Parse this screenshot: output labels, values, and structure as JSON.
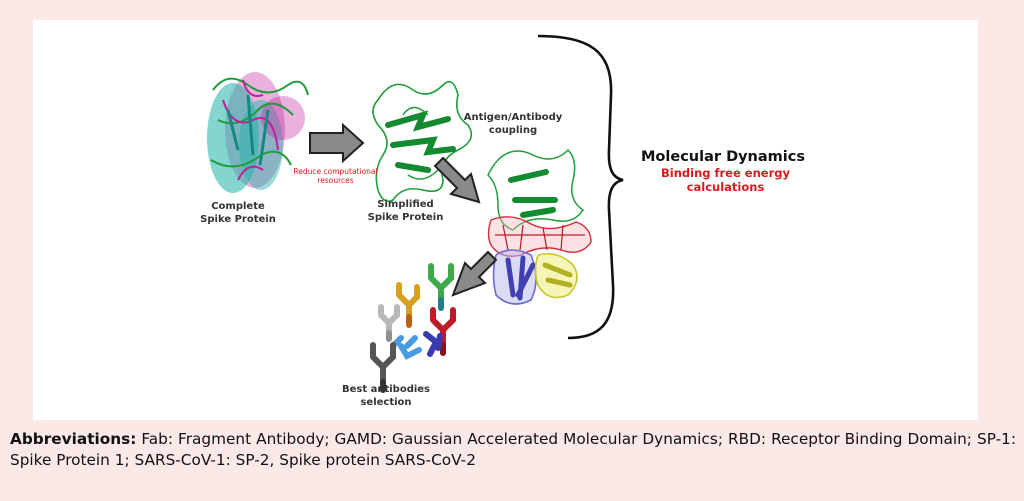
{
  "labels": {
    "complete": "Complete\nSpike Protein",
    "reduce": "Reduce computational resources",
    "simplified": "Simplified\nSpike Protein",
    "coupling": "Antigen/Antibody\ncoupling",
    "best": "Best antibodies\nselection",
    "md_title": "Molecular Dynamics",
    "md_sub": "Binding free energy\ncalculations"
  },
  "caption": {
    "heading": "Abbreviations:",
    "text": " Fab: Fragment Antibody; GAMD: Gaussian Accelerated Molecular Dynamics; RBD: Receptor Binding Domain; SP-1: Spike Protein 1; SARS-CoV-1: SP-2, Spike protein SARS-CoV-2"
  },
  "colors": {
    "panel_bg": "#fbe9e7",
    "accent_red": "#d81b1b",
    "protein_green": "#1e9e3a",
    "protein_cyan": "#1fb3a8",
    "protein_magenta": "#c0209a",
    "antibody_blue": "#6a6ad0",
    "antibody_yellow": "#d8d83a"
  }
}
